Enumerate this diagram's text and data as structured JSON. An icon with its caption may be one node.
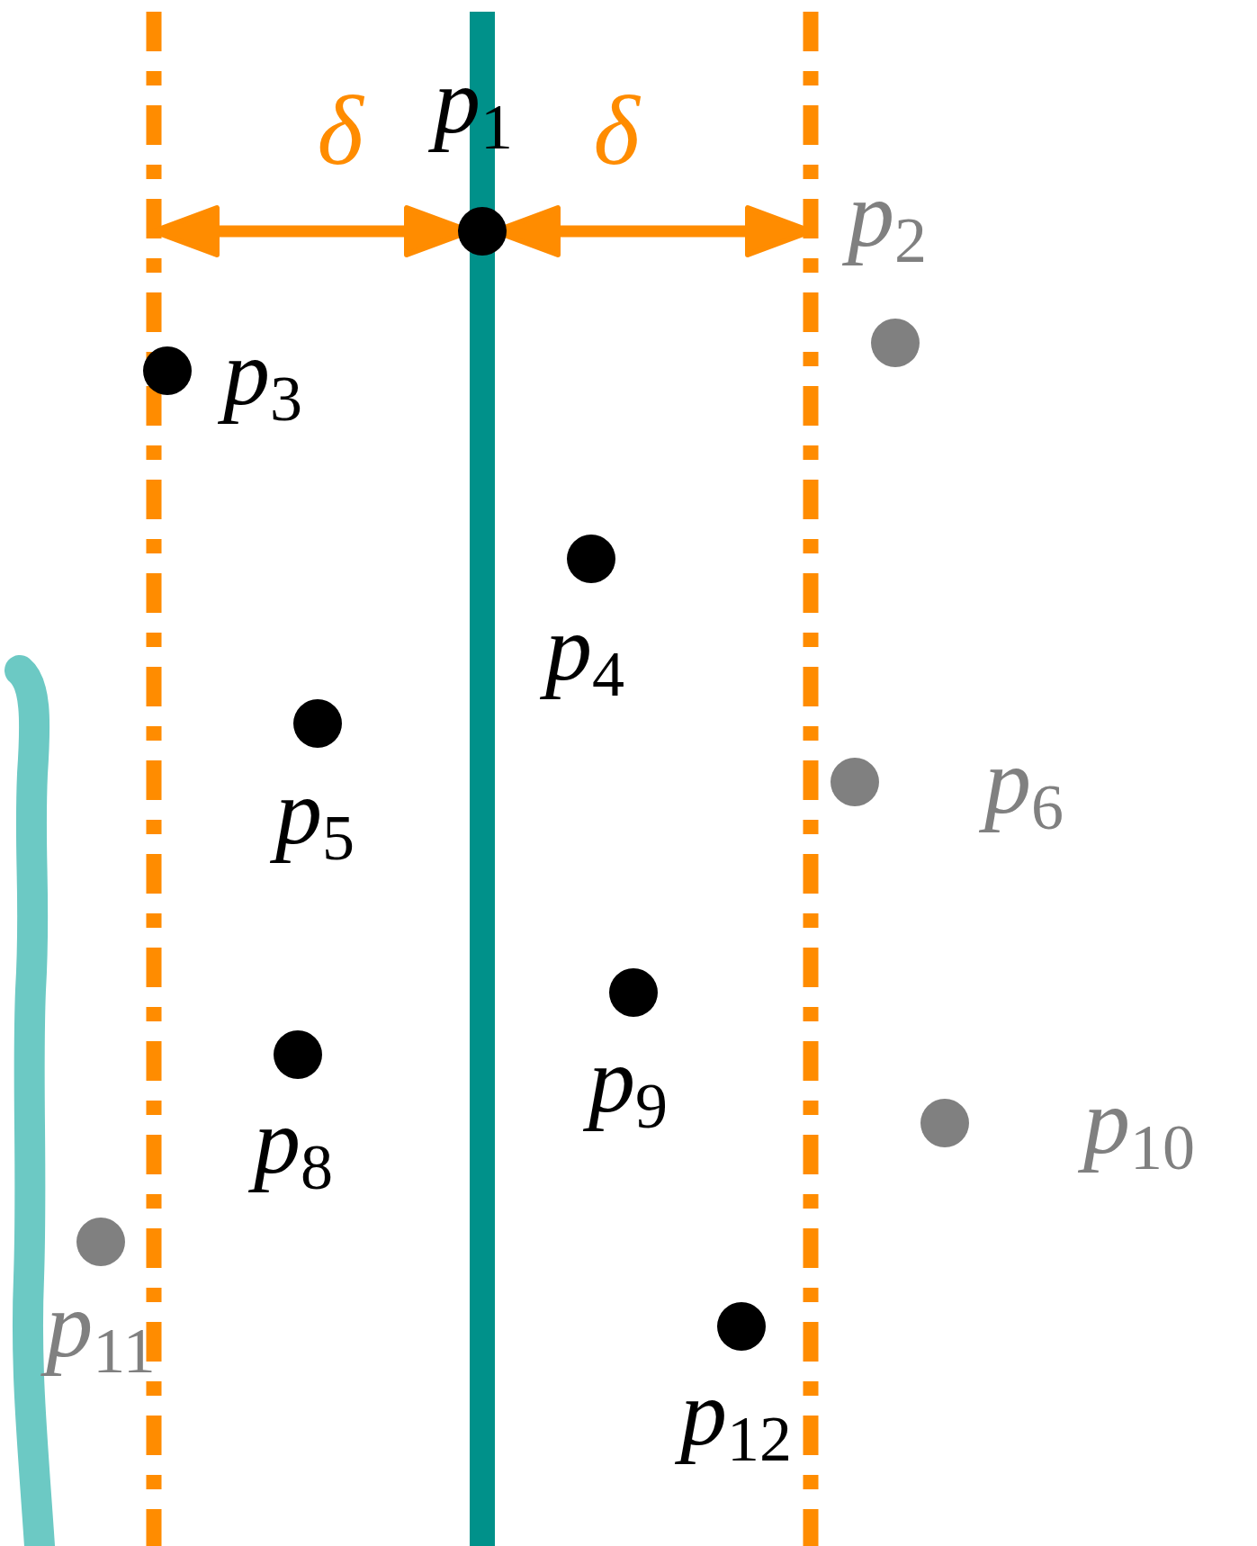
{
  "diagram": {
    "nodes": [
      {
        "text": [],
        "shape": "circle",
        "beside": [
          "p$_{1}$"
        ]
      },
      {
        "text": [],
        "shape": "circle",
        "beside": [
          "p$_{2}$"
        ]
      },
      {
        "text": [],
        "shape": "circle",
        "beside": [
          "p$_{3}$"
        ]
      },
      {
        "text": [],
        "shape": "circle",
        "beside": [
          "p$_{4}$"
        ]
      },
      {
        "text": [],
        "shape": "circle",
        "beside": [
          "p$_{5}$"
        ]
      },
      {
        "text": [],
        "shape": "circle",
        "beside": [
          "p$_{6}$"
        ]
      },
      {
        "text": [],
        "shape": "circle",
        "beside": [
          "p$_{8}$"
        ]
      },
      {
        "text": [],
        "shape": "circle",
        "beside": [
          "p$_{9}$"
        ]
      },
      {
        "text": [],
        "shape": "circle",
        "beside": [
          "p$_{10}$"
        ]
      },
      {
        "text": [],
        "shape": "circle",
        "beside": [
          "p$_{11}$"
        ]
      },
      {
        "text": [],
        "shape": "circle",
        "beside": [
          "p$_{12}$"
        ]
      }
    ],
    "labels": [
      "δ",
      "δ"
    ]
  }
}
